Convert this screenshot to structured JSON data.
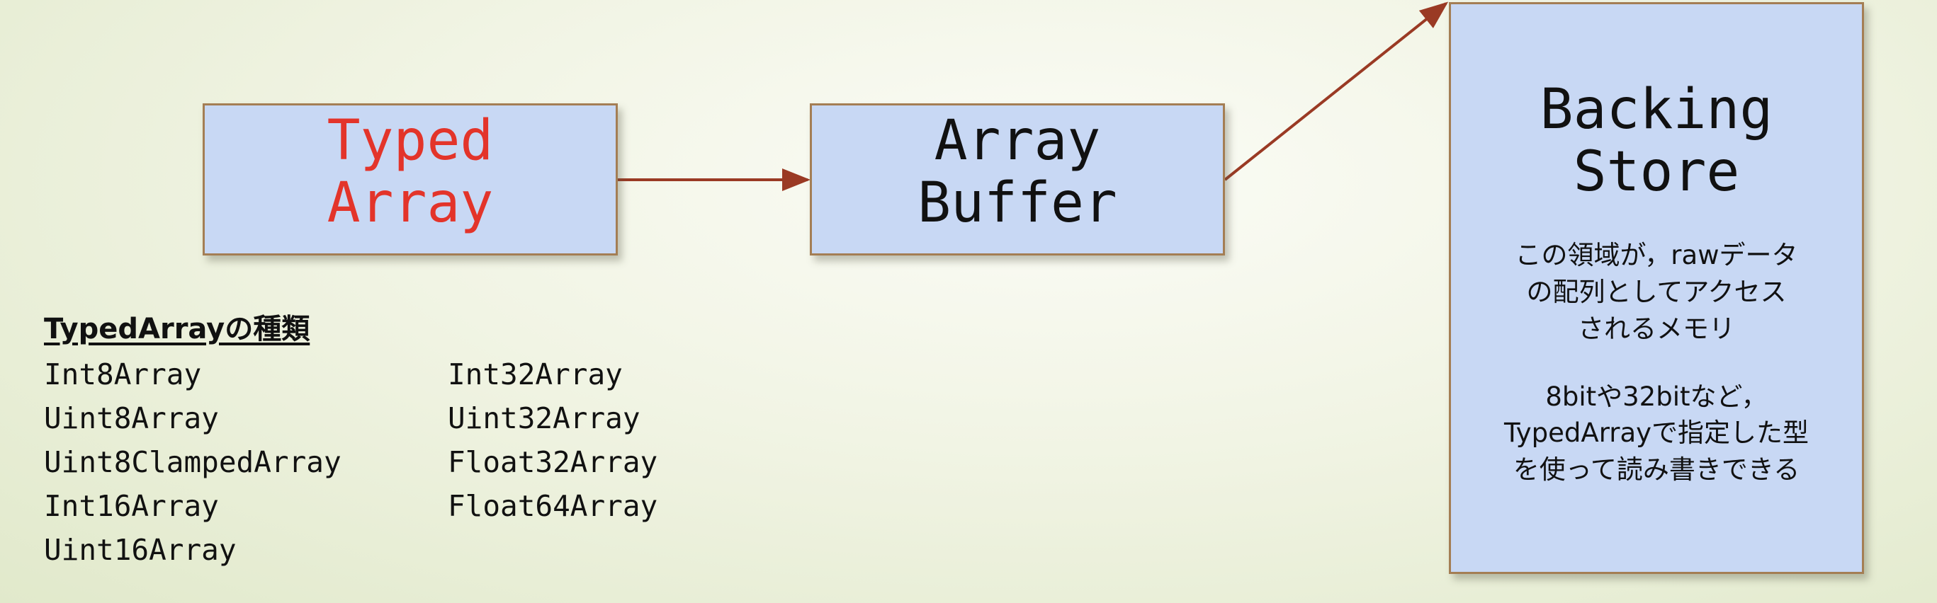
{
  "nodes": {
    "typed_array": {
      "label": "Typed\nArray",
      "color": "#e3342a"
    },
    "array_buffer": {
      "label": "Array\nBuffer"
    },
    "backing_store": {
      "label": "Backing\nStore",
      "description_1": "この領域が，rawデータ\nの配列としてアクセス\nされるメモリ",
      "description_2": "8bitや32bitなど，\nTypedArrayで指定した型\nを使って読み書きできる"
    }
  },
  "edges": [
    {
      "from": "typed_array",
      "to": "array_buffer"
    },
    {
      "from": "array_buffer",
      "to": "backing_store"
    }
  ],
  "colors": {
    "box_fill": "#c8d8f4",
    "box_border": "#a47e54",
    "arrow": "#9a3a24"
  },
  "types_list": {
    "heading": "TypedArrayの種類",
    "column_1": [
      "Int8Array",
      "Uint8Array",
      "Uint8ClampedArray",
      "Int16Array",
      "Uint16Array"
    ],
    "column_2": [
      "Int32Array",
      "Uint32Array",
      "Float32Array",
      "Float64Array"
    ]
  }
}
